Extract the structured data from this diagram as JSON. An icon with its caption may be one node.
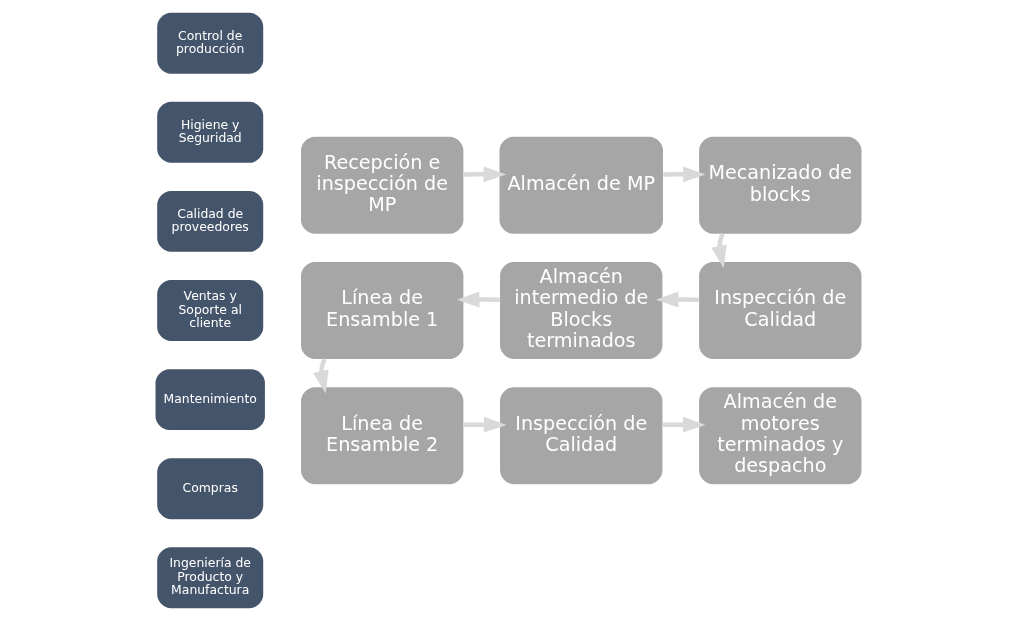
{
  "diagram": {
    "nodes": [
      {
        "text": [
          "Control de producción"
        ]
      },
      {
        "text": [
          "Higiene y Seguridad"
        ]
      },
      {
        "text": [
          "Calidad de proveedores"
        ]
      },
      {
        "text": [
          "Ventas y Soporte al cliente"
        ]
      },
      {
        "text": [
          "Mantenimiento"
        ]
      },
      {
        "text": [
          "Compras"
        ]
      },
      {
        "text": [
          "Ingeniería de Producto y Manufactura"
        ]
      },
      {
        "text": [
          "Recepción e inspección de MP"
        ]
      },
      {
        "text": [
          "Almacén de MP"
        ]
      },
      {
        "text": [
          "Mecanizado de blocks"
        ]
      },
      {
        "text": [
          "Línea de Ensamble 1"
        ]
      },
      {
        "text": [
          "Almacén intermedio de Blocks terminados"
        ]
      },
      {
        "text": [
          "Inspección de Calidad"
        ]
      },
      {
        "text": [
          "Línea de Ensamble 2"
        ]
      },
      {
        "text": [
          "Inspección de Calidad"
        ]
      },
      {
        "text": [
          "Almacén de motores terminados y despacho"
        ]
      }
    ],
    "edges": [
      {
        "from": 7,
        "to": 8,
        "arrow": "to"
      },
      {
        "from": 8,
        "to": 9,
        "arrow": "to"
      },
      {
        "from": 9,
        "to": 12,
        "arrow": "to"
      },
      {
        "from": 12,
        "to": 11,
        "arrow": "to"
      },
      {
        "from": 11,
        "to": 10,
        "arrow": "to"
      },
      {
        "from": 10,
        "to": 13,
        "arrow": "to"
      },
      {
        "from": 13,
        "to": 14,
        "arrow": "to"
      },
      {
        "from": 14,
        "to": 15,
        "arrow": "to"
      }
    ]
  }
}
